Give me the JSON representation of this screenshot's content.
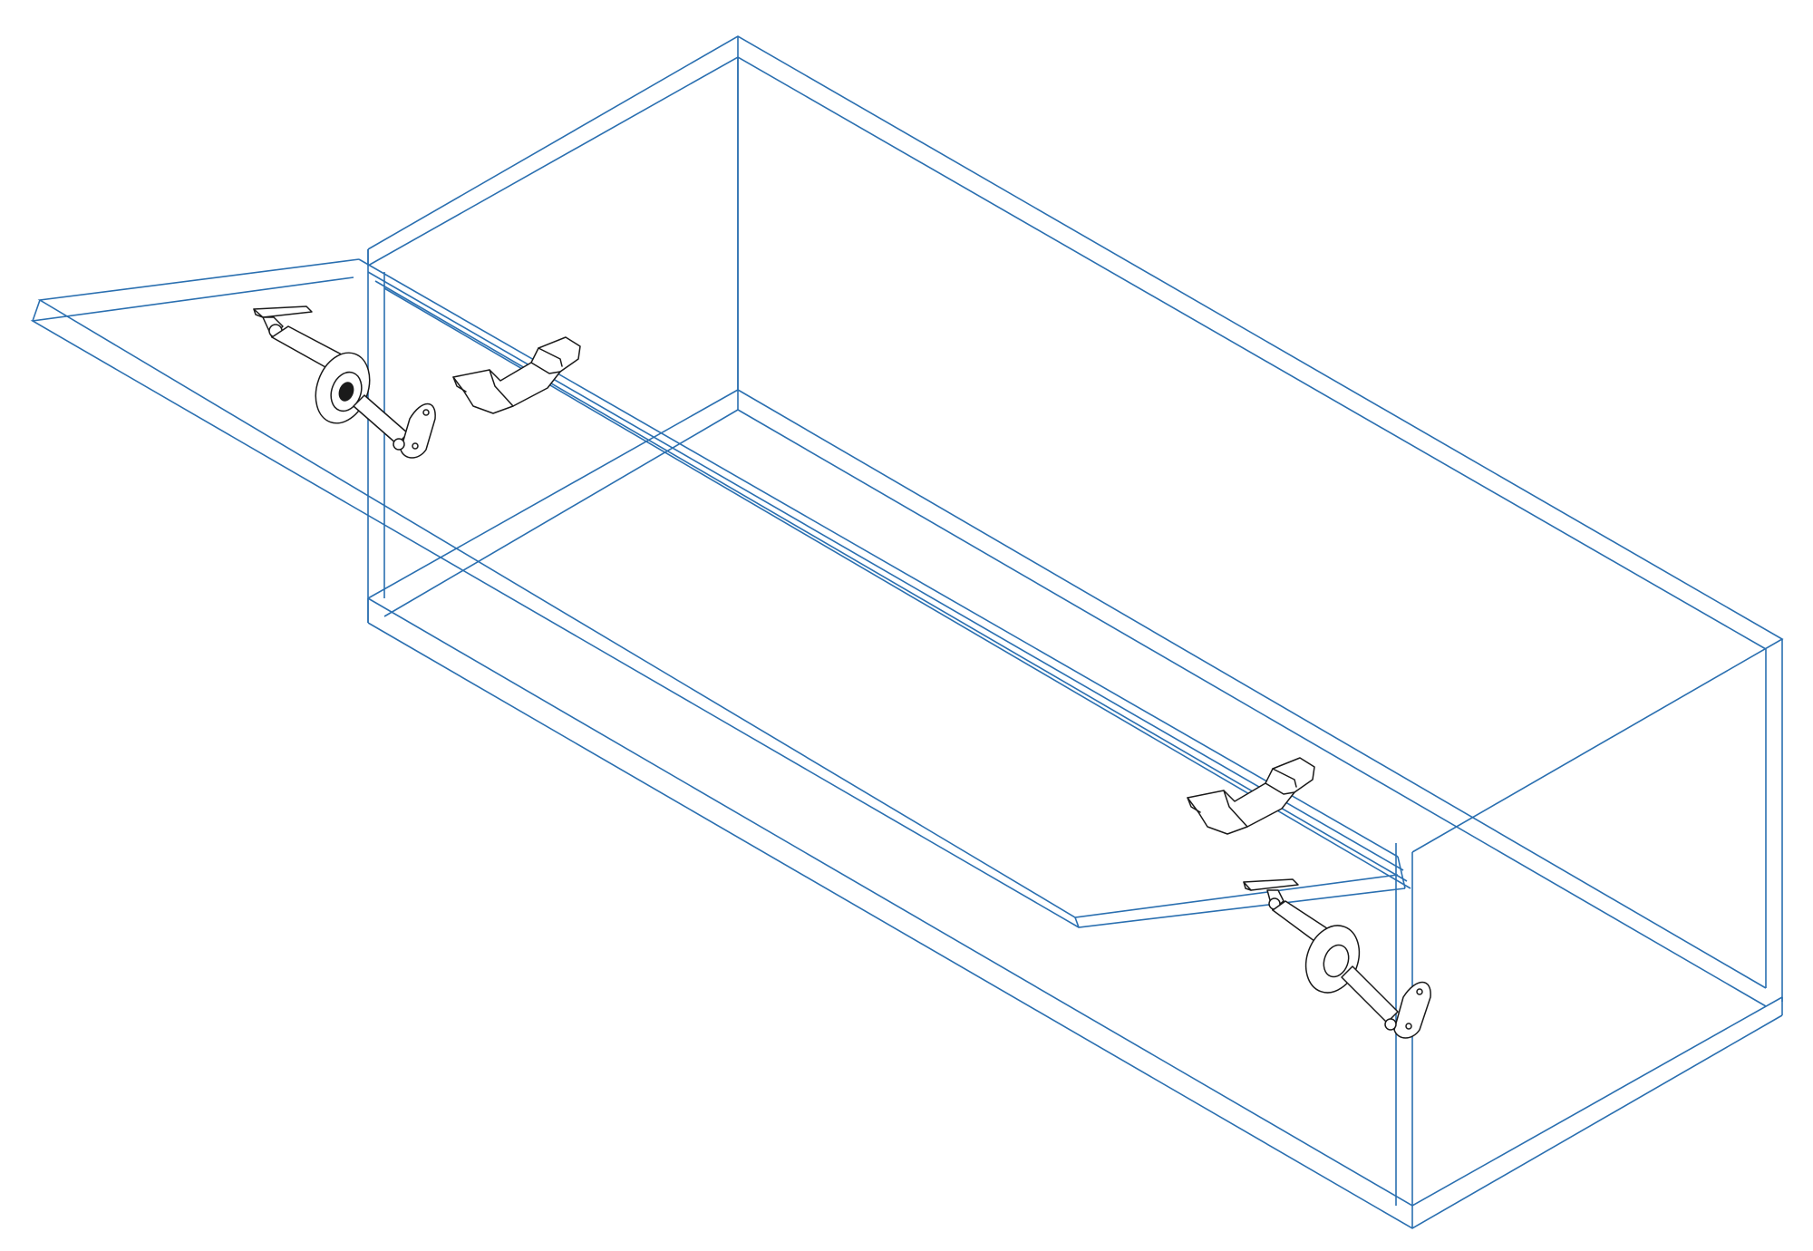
{
  "diagram": {
    "type": "technical-illustration",
    "subject": "wall-cabinet-with-lift-up-flap",
    "colors": {
      "cabinet_outline": "#2a6fb0",
      "hardware_outline": "#1a1a1a",
      "hardware_fill": "#ffffff",
      "background": "#ffffff"
    },
    "components": [
      {
        "id": "cabinet",
        "kind": "cabinet-box",
        "count": 1
      },
      {
        "id": "flap",
        "kind": "lift-up-flap-door",
        "count": 1,
        "state": "open"
      },
      {
        "id": "stays",
        "kind": "flap-stay-hinge",
        "count": 2
      },
      {
        "id": "catches",
        "kind": "flap-catch-bracket",
        "count": 2
      }
    ]
  }
}
